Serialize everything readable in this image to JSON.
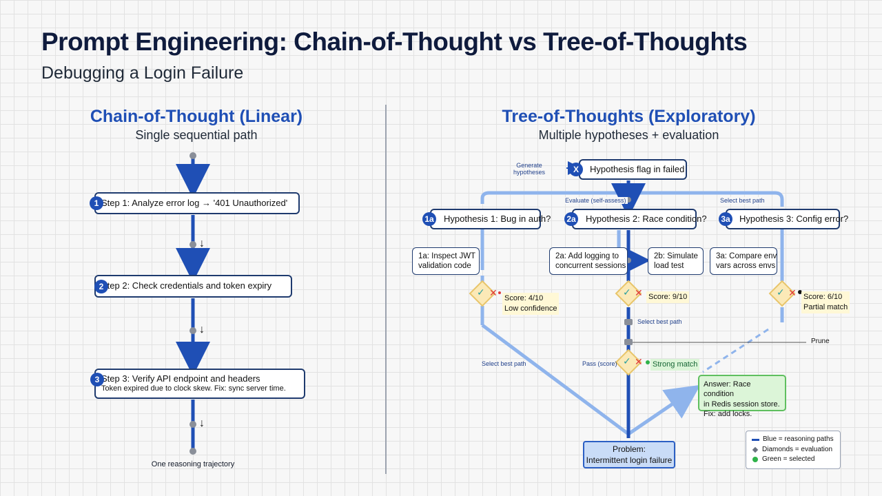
{
  "title": "Prompt Engineering: Chain-of-Thought vs Tree-of-Thoughts",
  "subtitle": "Debugging a Login Failure",
  "cot": {
    "heading": "Chain-of-Thought (Linear)",
    "subheading": "Single sequential path",
    "steps": [
      {
        "num": "1",
        "text": "Step 1: Analyze error log → '401 Unauthorized'"
      },
      {
        "num": "2",
        "text": "Step 2: Check credentials and token expiry"
      },
      {
        "num": "3",
        "text": "Step 3: Verify API endpoint and headers",
        "detail": "Token expired due to clock skew. Fix: sync server time."
      }
    ],
    "down_arrow": "↓",
    "footer": "One reasoning trajectory"
  },
  "tot": {
    "heading": "Tree-of-Thoughts (Exploratory)",
    "subheading": "Multiple hypotheses + evaluation",
    "generate_label": "Generate hypotheses",
    "root": {
      "num": "X",
      "text": "Hypothesis flag in failed"
    },
    "evaluate_label": "Evaluate (self-assess)",
    "select_best_path_top": "Select best path",
    "hypotheses": [
      {
        "num": "1a",
        "text": "Hypothesis 1: Bug in auth?"
      },
      {
        "num": "2a",
        "text": "Hypothesis 2: Race condition?"
      },
      {
        "num": "3a",
        "text": "Hypothesis 3: Config error?"
      }
    ],
    "subnodes": {
      "h1a": "1a: Inspect JWT",
      "h1b": "validation code",
      "h2a_l1": "2a: Add logging to",
      "h2a_l2": "concurrent sessions",
      "h2b_l1": "2b: Simulate",
      "h2b_l2": "load test",
      "h3a_l1": "3a: Compare env",
      "h3a_l2": "vars across envs"
    },
    "scores": {
      "s1_l1": "Score: 4/10",
      "s1_l2": "Low confidence",
      "s2": "Score: 9/10",
      "s3_l1": "Score: 6/10",
      "s3_l2": "Partial match"
    },
    "check": "✓",
    "cross": "✕",
    "select_best_path_mid": "Select best path",
    "prune": "Prune",
    "select_best_path_left": "Select best path",
    "pass_label": "Pass (score)",
    "strong_match": "Strong match",
    "answer": [
      "Answer: Race condition",
      "in Redis session store.",
      "Fix: add locks."
    ],
    "problem": [
      "Problem:",
      "Intermittent login failure"
    ],
    "legend": [
      {
        "text": "Blue = reasoning paths",
        "color": "#1f4fb5",
        "shape": "line"
      },
      {
        "text": "Diamonds = evaluation",
        "color": "#6b7280",
        "shape": "diamond"
      },
      {
        "text": "Green = selected",
        "color": "#2fb24a",
        "shape": "dot"
      }
    ]
  },
  "colors": {
    "dark_blue": "#1f4fb5",
    "light_blue": "#8fb4ec",
    "green": "#5fbf5f",
    "diamond_fill": "#fbe9b7"
  }
}
